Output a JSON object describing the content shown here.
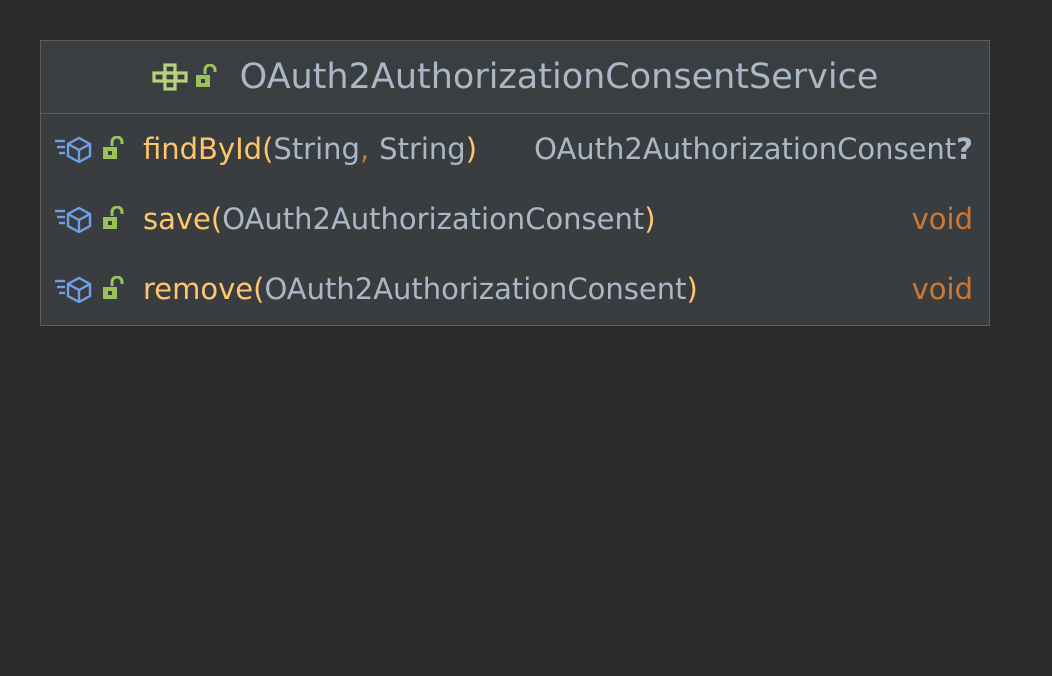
{
  "diagram": {
    "class_name": "OAuth2AuthorizationConsentService",
    "header_icons": [
      "interface-icon",
      "public-lock-icon"
    ],
    "methods": [
      {
        "name": "findById",
        "open_paren": "(",
        "params": [
          "String",
          "String"
        ],
        "separator": ",",
        "close_paren": ")",
        "return_type": "OAuth2AuthorizationConsent",
        "return_suffix": "?",
        "return_is_keyword": false,
        "icons": [
          "abstract-method-icon",
          "public-lock-icon"
        ]
      },
      {
        "name": "save",
        "open_paren": "(",
        "params": [
          "OAuth2AuthorizationConsent"
        ],
        "close_paren": ")",
        "return_type": "void",
        "return_is_keyword": true,
        "icons": [
          "abstract-method-icon",
          "public-lock-icon"
        ]
      },
      {
        "name": "remove",
        "open_paren": "(",
        "params": [
          "OAuth2AuthorizationConsent"
        ],
        "close_paren": ")",
        "return_type": "void",
        "return_is_keyword": true,
        "icons": [
          "abstract-method-icon",
          "public-lock-icon"
        ]
      }
    ]
  },
  "colors": {
    "background": "#2b2b2b",
    "box_fill": "#3a3d40",
    "border": "#5b5e60",
    "class_name": "#a9b7c6",
    "method_name": "#ffc66d",
    "keyword": "#cc7832",
    "icon_green": "#99c25a",
    "icon_blue": "#6f9fe6"
  }
}
